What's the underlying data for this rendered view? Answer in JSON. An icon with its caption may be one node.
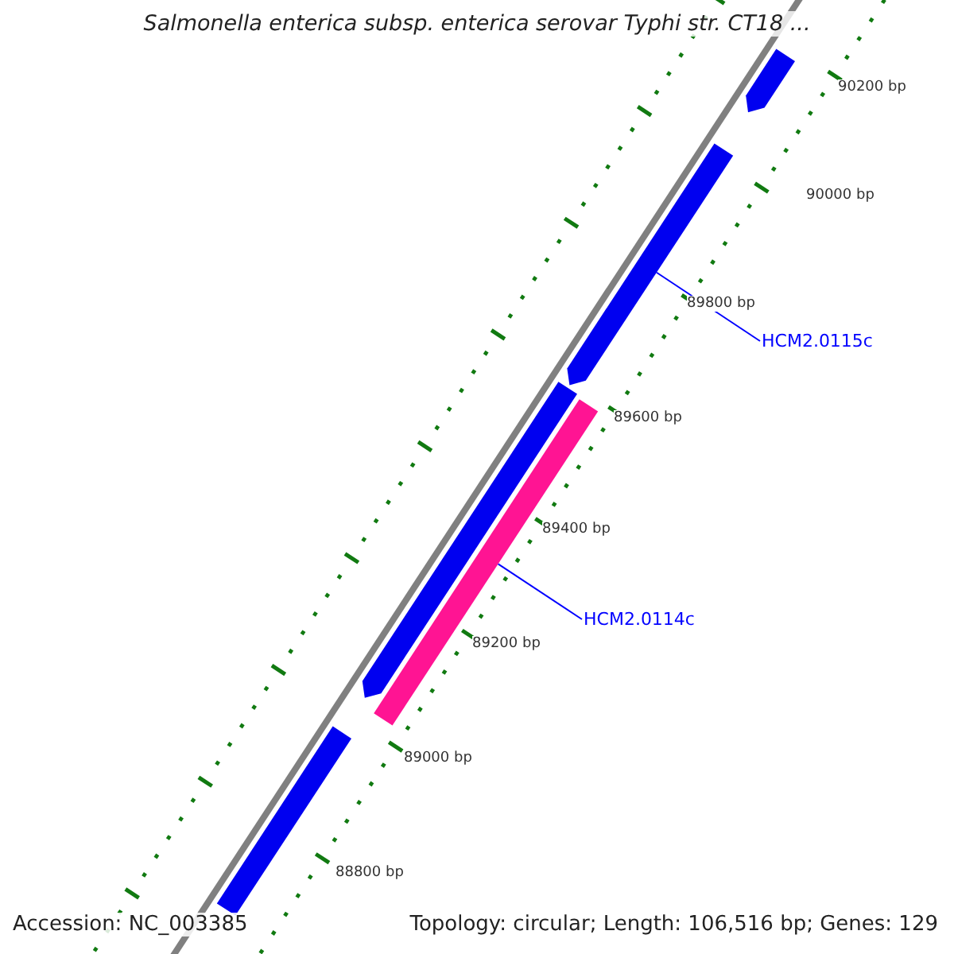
{
  "diagram": {
    "title": "Salmonella enterica subsp. enterica serovar Typhi str. CT18 ...",
    "nodes": [
      {
        "text": [],
        "shape": "bar"
      },
      {
        "text": [],
        "shape": "bar"
      },
      {
        "text": [],
        "shape": "bar"
      },
      {
        "text": [],
        "shape": "bar"
      },
      {
        "text": [],
        "shape": "bar"
      },
      {
        "text": [
          "HCM2.0115c"
        ]
      },
      {
        "text": [
          "HCM2.0114c"
        ]
      }
    ],
    "edges": [
      {
        "from": 5,
        "to": 1,
        "arrow": "none"
      },
      {
        "from": 6,
        "to": 3,
        "arrow": "none"
      }
    ],
    "labels": [
      "90200 bp",
      "90000 bp",
      "89800 bp",
      "89600 bp",
      "89400 bp",
      "89200 bp",
      "89000 bp",
      "88800 bp",
      "Accession: NC_003385",
      "Topology: circular; Length: 106,516 bp; Genes: 129"
    ]
  }
}
